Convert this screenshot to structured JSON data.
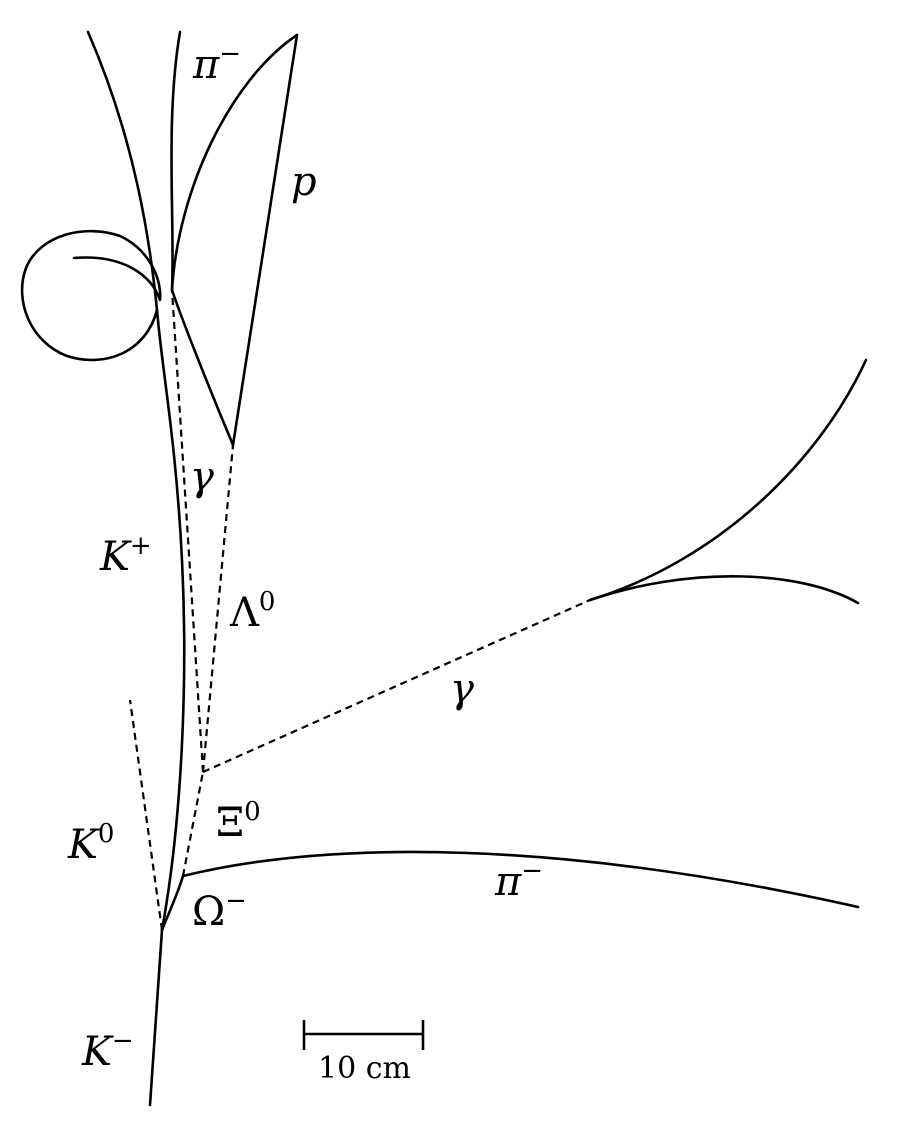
{
  "labels": {
    "pi_minus_top": {
      "base": "π",
      "sup": "−"
    },
    "proton": {
      "base": "p"
    },
    "gamma_upper": {
      "base": "γ"
    },
    "k_plus": {
      "base": "K",
      "sup": "+"
    },
    "lambda0": {
      "base": "Λ",
      "sup": "0"
    },
    "gamma_lower": {
      "base": "γ"
    },
    "xi0": {
      "base": "Ξ",
      "sup": "0"
    },
    "k0": {
      "base": "K",
      "sup": "0"
    },
    "omega_minus": {
      "base": "Ω",
      "sup": "−"
    },
    "pi_minus_bottom": {
      "base": "π",
      "sup": "−"
    },
    "k_minus": {
      "base": "K",
      "sup": "−"
    }
  },
  "scale_bar": {
    "label": "10 cm"
  }
}
